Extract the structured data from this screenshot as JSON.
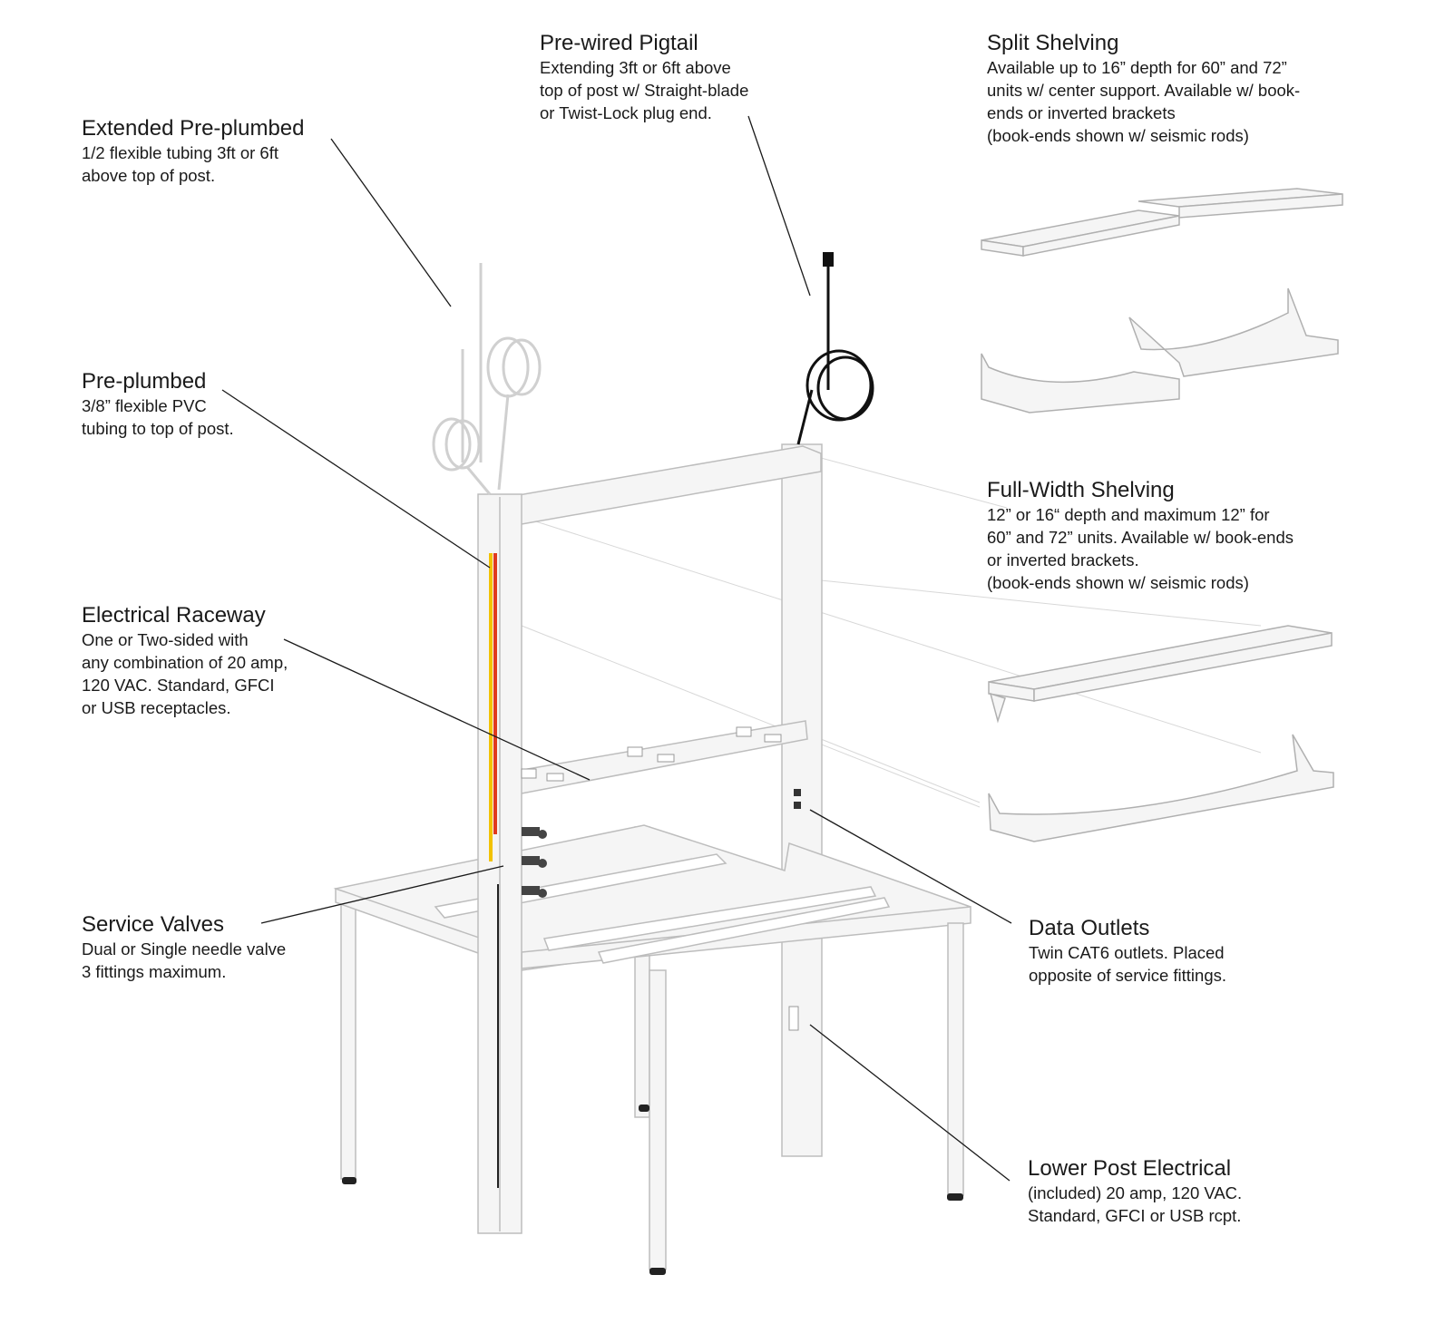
{
  "callouts": {
    "extended_preplumbed": {
      "title": "Extended Pre-plumbed",
      "lines": [
        "1/2 flexible tubing 3ft or 6ft",
        "above top of post."
      ]
    },
    "prewired_pigtail": {
      "title": "Pre-wired Pigtail",
      "lines": [
        "Extending 3ft or 6ft above",
        "top of post w/ Straight-blade",
        "or Twist-Lock plug end."
      ]
    },
    "split_shelving": {
      "title": "Split Shelving",
      "lines": [
        "Available up to 16” depth for 60” and 72”",
        "units w/ center support. Available w/ book-",
        "ends or inverted brackets",
        "(book-ends shown w/ seismic rods)"
      ]
    },
    "preplumbed": {
      "title": "Pre-plumbed",
      "lines": [
        "3/8” flexible PVC",
        "tubing to top of post."
      ]
    },
    "full_width_shelving": {
      "title": "Full-Width Shelving",
      "lines": [
        "12” or 16“ depth and maximum 12” for",
        "60” and 72” units. Available w/ book-ends",
        "or inverted brackets.",
        "(book-ends shown w/ seismic rods)"
      ]
    },
    "electrical_raceway": {
      "title": "Electrical Raceway",
      "lines": [
        "One or Two-sided with",
        "any combination of 20 amp,",
        "120 VAC. Standard, GFCI",
        "or USB receptacles."
      ]
    },
    "service_valves": {
      "title": "Service Valves",
      "lines": [
        "Dual or Single needle valve",
        "3 fittings maximum."
      ]
    },
    "data_outlets": {
      "title": "Data Outlets",
      "lines": [
        "Twin CAT6 outlets. Placed",
        "opposite of service fittings."
      ]
    },
    "lower_post_electrical": {
      "title": "Lower Post Electrical",
      "lines": [
        "(included) 20 amp, 120 VAC.",
        "Standard, GFCI or USB rcpt."
      ]
    }
  },
  "colors": {
    "line": "#1a1a1a",
    "frame": "#f4f4f4",
    "edge": "#b8b8b8",
    "tube_red": "#e03a1e",
    "tube_yellow": "#f2c200"
  }
}
